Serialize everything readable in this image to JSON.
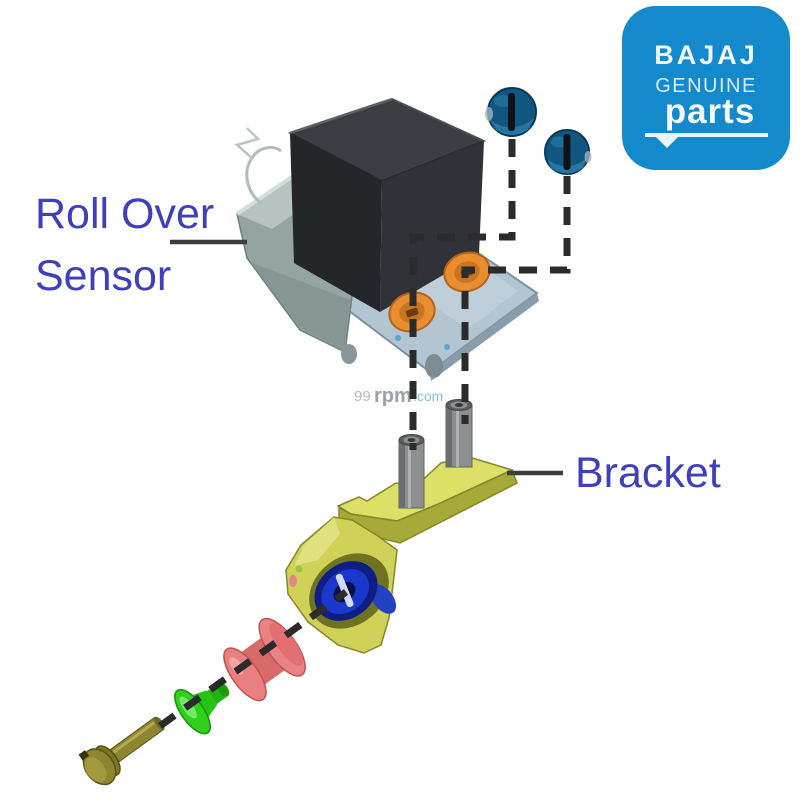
{
  "page": {
    "title": "Bajaj Roll Over Sensor exploded parts diagram",
    "background_color": "#ffffff"
  },
  "labels": {
    "roll_over_sensor": {
      "line1": "Roll Over",
      "line2": "Sensor"
    },
    "bracket": "Bracket",
    "text_color": "#3f3fbb",
    "leader_line_color": "#3c3c3c"
  },
  "watermark": {
    "part1": "99",
    "part2": "rpm",
    "part3": ".com"
  },
  "logo": {
    "brand": "BAJAJ",
    "line1": "GENUINE",
    "line2": "parts",
    "background_color": "#1489cb",
    "text_color": "#f2fafd"
  },
  "diagram": {
    "type": "exploded-assembly-diagram",
    "dash_color": "#2b2b2b",
    "parts": [
      {
        "id": "roll-over-sensor",
        "colors": [
          "#3a3d42",
          "#93a4a2",
          "#b2c5d1"
        ]
      },
      {
        "id": "rubber-grommets",
        "count": 2,
        "color": "#e98e30"
      },
      {
        "id": "mounting-screws",
        "count": 2,
        "color": "#115680"
      },
      {
        "id": "metal-studs",
        "count": 2,
        "color": "#8c8e90"
      },
      {
        "id": "bracket",
        "color": "#dde066"
      },
      {
        "id": "bushing",
        "color": "#1a39cc"
      },
      {
        "id": "rubber-damper",
        "color": "#e87878"
      },
      {
        "id": "spacer-collar",
        "color": "#2bcf19"
      },
      {
        "id": "bolt",
        "color": "#8a8230"
      }
    ]
  }
}
